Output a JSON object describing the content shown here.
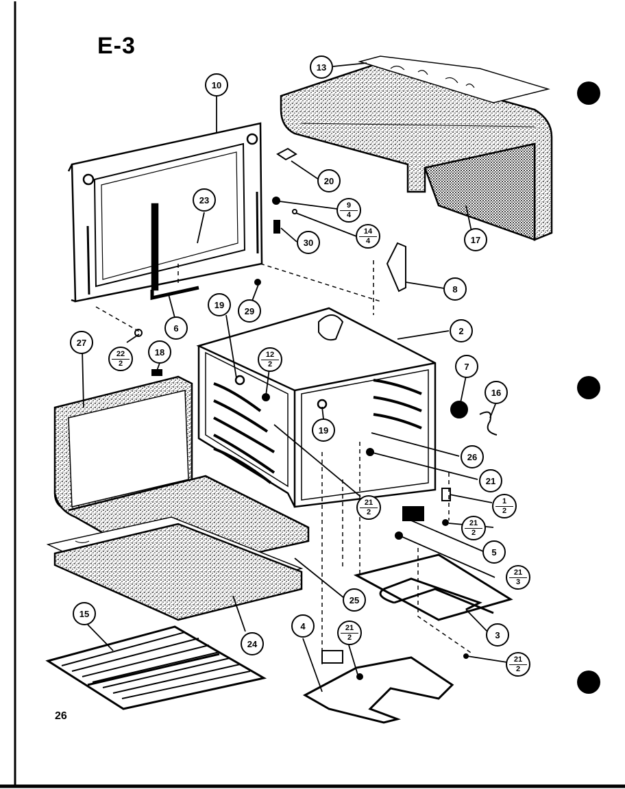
{
  "heading": "E-3",
  "page_number": "26",
  "callouts": [
    {
      "id": "c10",
      "label": "10"
    },
    {
      "id": "c13",
      "label": "13"
    },
    {
      "id": "c23",
      "label": "23"
    },
    {
      "id": "c20",
      "label": "20"
    },
    {
      "id": "c30",
      "label": "30"
    },
    {
      "id": "c17",
      "label": "17"
    },
    {
      "id": "c8",
      "label": "8"
    },
    {
      "id": "c29",
      "label": "29"
    },
    {
      "id": "c6",
      "label": "6"
    },
    {
      "id": "c19a",
      "label": "19"
    },
    {
      "id": "c2",
      "label": "2"
    },
    {
      "id": "c27",
      "label": "27"
    },
    {
      "id": "c18",
      "label": "18"
    },
    {
      "id": "c7",
      "label": "7"
    },
    {
      "id": "c16",
      "label": "16"
    },
    {
      "id": "c19b",
      "label": "19"
    },
    {
      "id": "c26",
      "label": "26"
    },
    {
      "id": "c21",
      "label": "21"
    },
    {
      "id": "c5",
      "label": "5"
    },
    {
      "id": "c25",
      "label": "25"
    },
    {
      "id": "c15",
      "label": "15"
    },
    {
      "id": "c24",
      "label": "24"
    },
    {
      "id": "c4",
      "label": "4"
    },
    {
      "id": "c3",
      "label": "3"
    }
  ],
  "fraction_callouts": [
    {
      "id": "f9_4",
      "num": "9",
      "den": "4"
    },
    {
      "id": "f14_4",
      "num": "14",
      "den": "4"
    },
    {
      "id": "f22_2",
      "num": "22",
      "den": "2"
    },
    {
      "id": "f12_2",
      "num": "12",
      "den": "2"
    },
    {
      "id": "f21_2a",
      "num": "21",
      "den": "2"
    },
    {
      "id": "f1_2",
      "num": "1",
      "den": "2"
    },
    {
      "id": "f21_2b",
      "num": "21",
      "den": "2"
    },
    {
      "id": "f21_3",
      "num": "21",
      "den": "3"
    },
    {
      "id": "f21_2c",
      "num": "21",
      "den": "2"
    },
    {
      "id": "f21_2d",
      "num": "21",
      "den": "2"
    }
  ]
}
